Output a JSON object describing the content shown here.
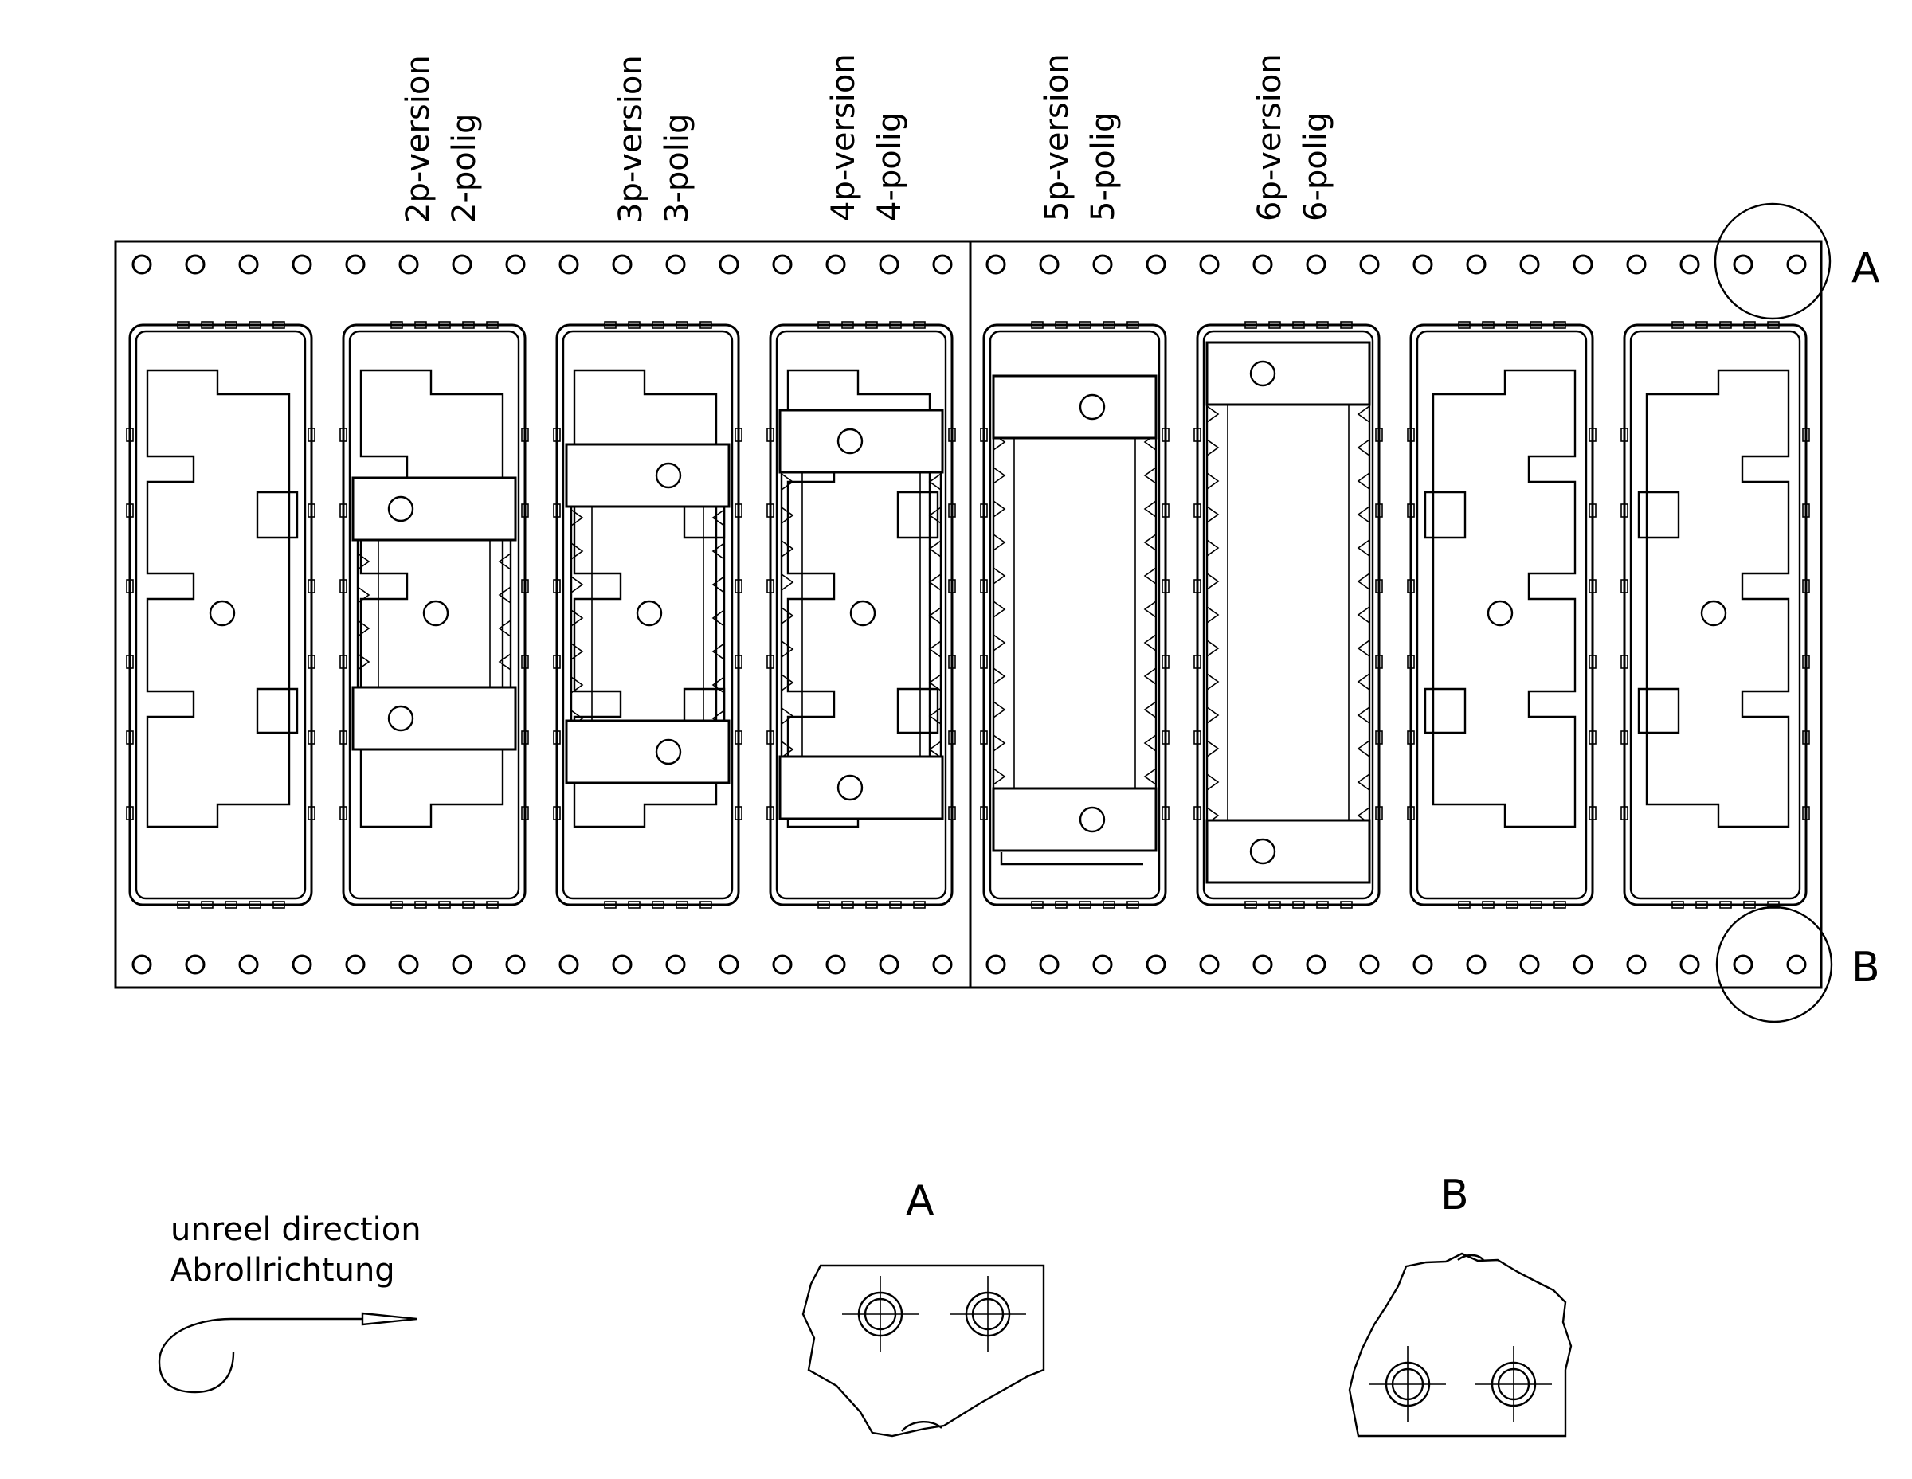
{
  "versions": [
    {
      "en": "2p-version",
      "de": "2-polig"
    },
    {
      "en": "3p-version",
      "de": "3-polig"
    },
    {
      "en": "4p-version",
      "de": "4-polig"
    },
    {
      "en": "5p-version",
      "de": "5-polig"
    },
    {
      "en": "6p-version",
      "de": "6-polig"
    }
  ],
  "detail_refs": {
    "top": "A",
    "bottom": "B"
  },
  "detail_views": {
    "a_title": "A",
    "b_title": "B"
  },
  "unreel": {
    "line1": "unreel direction",
    "line2": "Abrollrichtung"
  },
  "pockets": [
    {
      "state": "empty"
    },
    {
      "state": "2p"
    },
    {
      "state": "3p"
    },
    {
      "state": "4p"
    },
    {
      "state": "5p"
    },
    {
      "state": "6p"
    },
    {
      "state": "empty"
    },
    {
      "state": "empty"
    }
  ],
  "sprocket_holes_per_row": 32,
  "colors": {
    "line": "#000000",
    "background": "#ffffff"
  }
}
